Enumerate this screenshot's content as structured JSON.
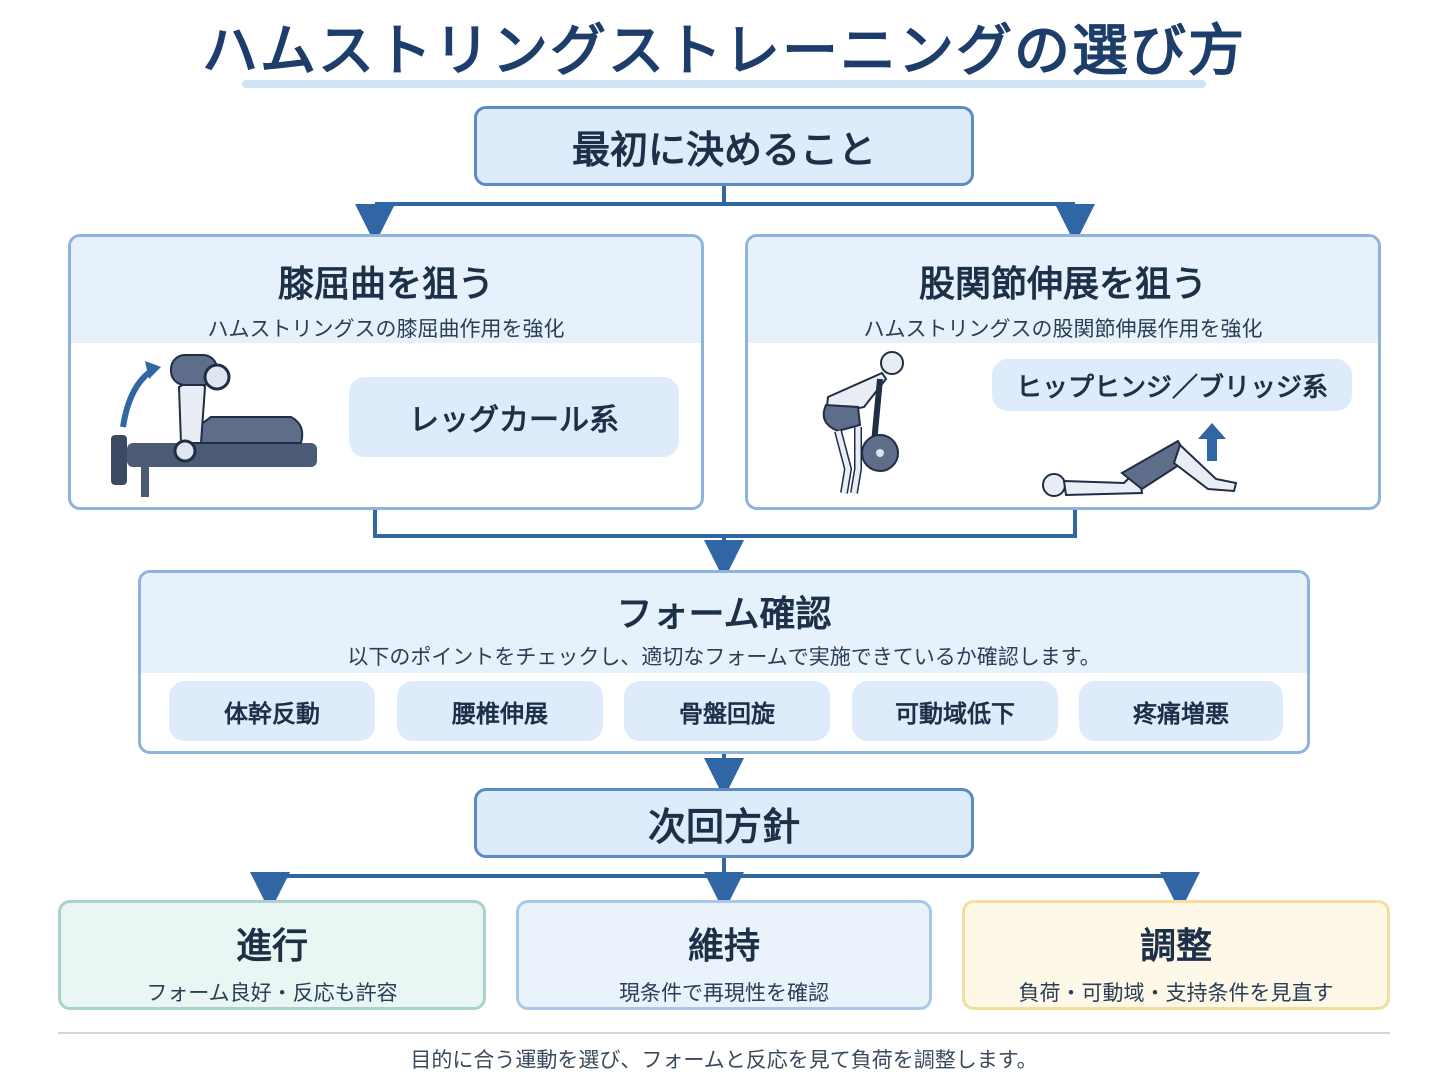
{
  "title": "ハムストリングストレーニングの選び方",
  "start": "最初に決めること",
  "branches": [
    {
      "title": "膝屈曲を狙う",
      "subtitle": "ハムストリングスの膝屈曲作用を強化",
      "tag": "レッグカール系"
    },
    {
      "title": "股関節伸展を狙う",
      "subtitle": "ハムストリングスの股関節伸展作用を強化",
      "tag": "ヒップヒンジ／ブリッジ系"
    }
  ],
  "form_check": {
    "title": "フォーム確認",
    "subtitle": "以下のポイントをチェックし、適切なフォームで実施できているか確認します。",
    "points": [
      "体幹反動",
      "腰椎伸展",
      "骨盤回旋",
      "可動域低下",
      "疼痛増悪"
    ]
  },
  "next": "次回方針",
  "outcomes": [
    {
      "title": "進行",
      "subtitle": "フォーム良好・反応も許容"
    },
    {
      "title": "維持",
      "subtitle": "現条件で再現性を確認"
    },
    {
      "title": "調整",
      "subtitle": "負荷・可動域・支持条件を見直す"
    }
  ],
  "footer": "目的に合う運動を選び、フォームと反応を見て負荷を調整します。",
  "colors": {
    "arrow": "#2f66a3",
    "head_fill": "#dcecfb",
    "outcome_progress": "#eaf6f4",
    "outcome_maintain": "#eaf3fc",
    "outcome_adjust": "#fdf8e8"
  },
  "icons": [
    "leg-curl-machine-icon",
    "deadlift-figure-icon",
    "glute-bridge-figure-icon",
    "up-arrow-icon"
  ]
}
